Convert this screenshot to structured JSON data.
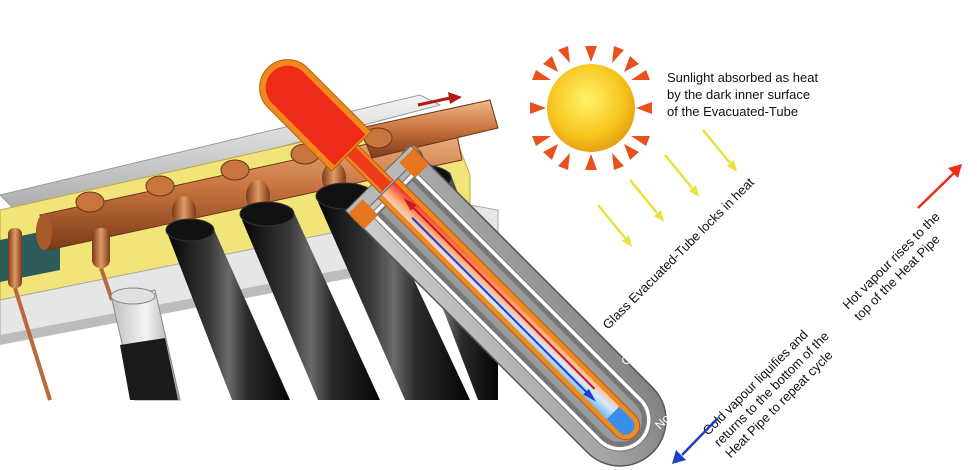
{
  "diagram": {
    "caption_sunlight": [
      "Sunlight absorbed as heat",
      "by the dark inner surface",
      "of the Evacuated-Tube"
    ],
    "label_glass": "Glass Evacuated-Tube locks in heat",
    "label_copper": "Copper Heat Pipe",
    "label_liquid": "Non-toxic Liquid",
    "label_hot": [
      "Hot vapour rises to the",
      "top of the Heat Pipe"
    ],
    "label_cold": [
      "Cold vapour liquifies and",
      "returns to the bottom of the",
      "Heat Pipe to repeat cycle"
    ],
    "colors": {
      "sun": "#f7c51e",
      "sun_ray": "#e8501e",
      "copper": "#c8743e",
      "hot": "#ee2a18",
      "cold_arrow": "#1f3fc8",
      "liquid": "#58b8f0",
      "glass": "#8a8a8a",
      "insulation": "#f1e57a"
    }
  }
}
